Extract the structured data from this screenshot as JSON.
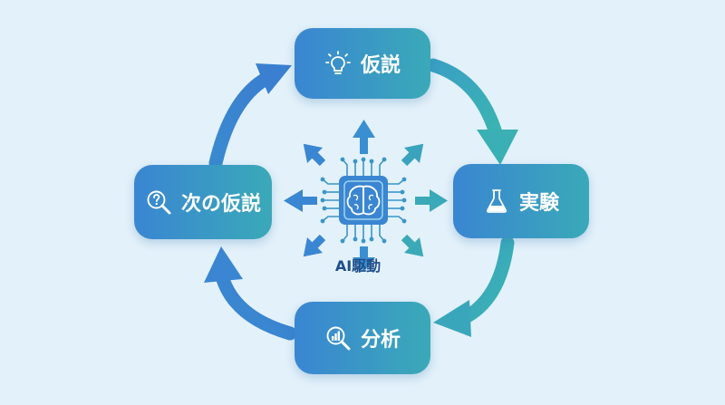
{
  "nodes": {
    "hypothesis": {
      "label": "仮説",
      "icon": "lightbulb-icon"
    },
    "experiment": {
      "label": "実験",
      "icon": "flask-icon"
    },
    "analysis": {
      "label": "分析",
      "icon": "magnifier-chart-icon"
    },
    "next_hypothesis": {
      "label": "次の仮説",
      "icon": "magnifier-question-icon"
    }
  },
  "center": {
    "label": "AI駆動",
    "icon": "ai-chip-brain-icon"
  },
  "colors": {
    "background": "#e3f1fa",
    "node_gradient_start": "#3a86d2",
    "node_gradient_end": "#3aa9b8",
    "arrow_blue": "#3a86d2",
    "arrow_teal": "#3aa9b8",
    "center_text": "#1e4f8a"
  }
}
